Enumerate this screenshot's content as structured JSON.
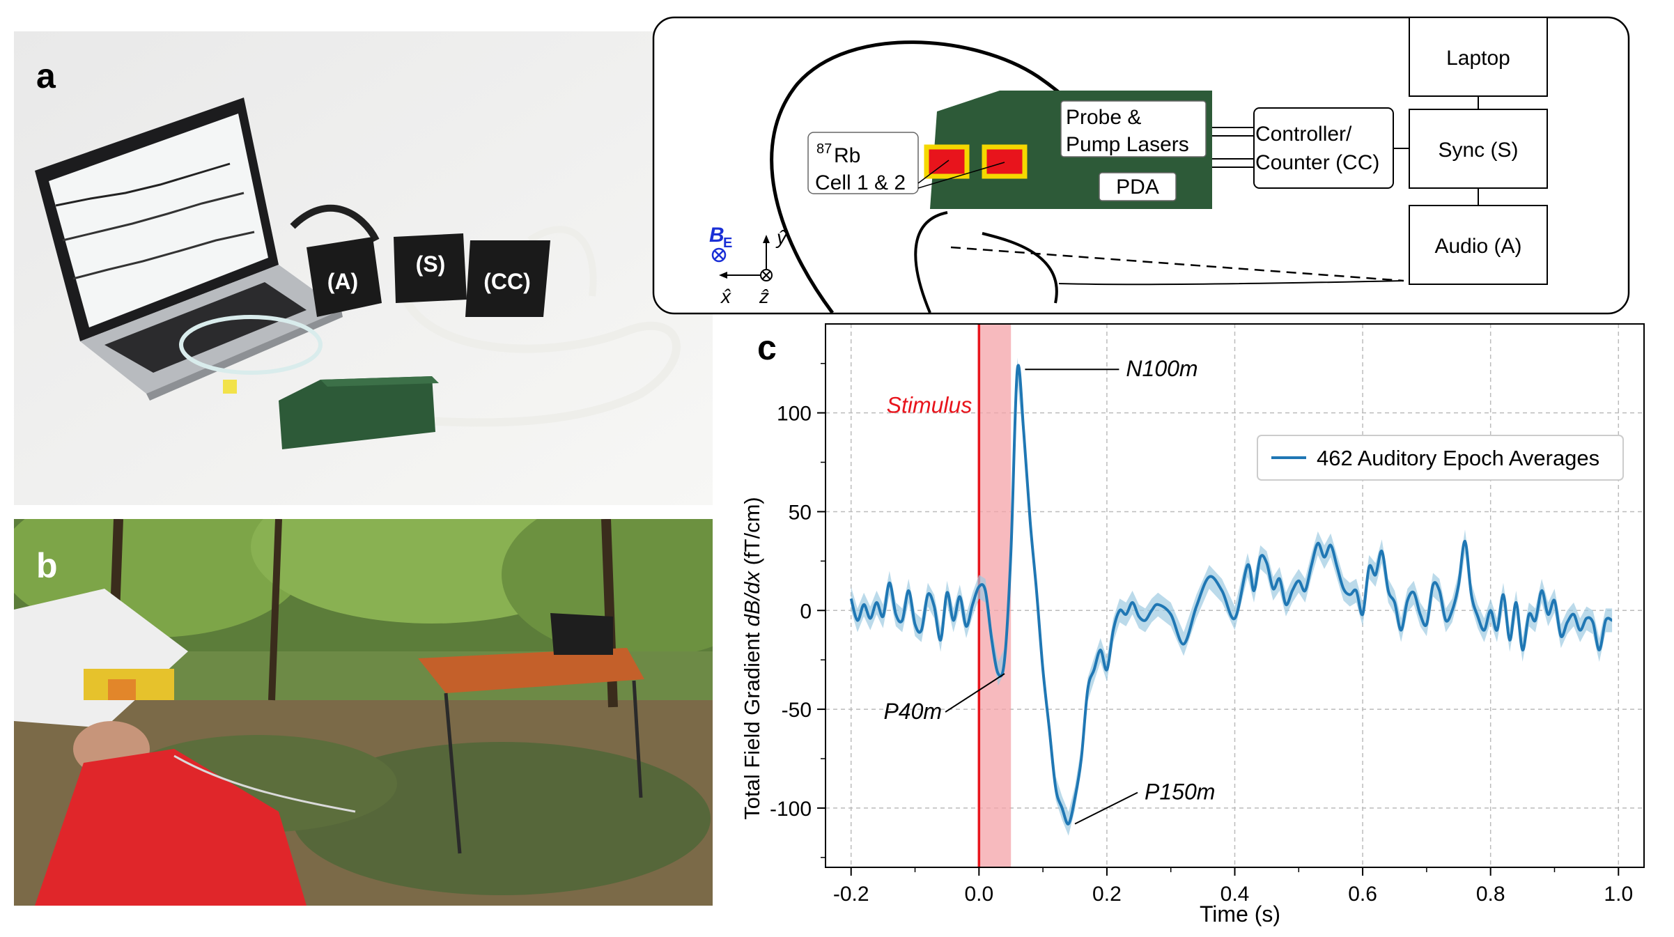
{
  "panels": {
    "a": {
      "letter": "a"
    },
    "b": {
      "letter": "b"
    },
    "c": {
      "letter": "c"
    }
  },
  "photo_a": {
    "box_labels": [
      "(A)",
      "(S)",
      "(CC)"
    ]
  },
  "schematic": {
    "laptop": "Laptop",
    "sync": "Sync (S)",
    "audio": "Audio (A)",
    "controller_line1": "Controller/",
    "controller_line2": "Counter (CC)",
    "probe_line1": "Probe &",
    "probe_line2": "Pump Lasers",
    "pda": "PDA",
    "rb_superscript": "87",
    "rb_line1": "Rb",
    "rb_line2": "Cell 1 & 2",
    "field_label": "B",
    "field_subscript": "E",
    "axis_y": "ŷ",
    "axis_x": "x̂",
    "axis_z": "ẑ",
    "colors": {
      "sensor_head": "#2d5a38",
      "cell_fill": "#e8141c",
      "cell_border": "#f5d800",
      "field": "#1a2fd6"
    }
  },
  "chart_data": {
    "type": "line",
    "xlabel": "Time (s)",
    "ylabel_prefix": "Total Field Gradient ",
    "ylabel_italic": "dB/dx",
    "ylabel_suffix": " (fT/cm)",
    "xlim": [
      -0.24,
      1.04
    ],
    "ylim": [
      -130,
      145
    ],
    "xticks": [
      -0.2,
      0.0,
      0.2,
      0.4,
      0.6,
      0.8,
      1.0
    ],
    "xtick_labels": [
      "-0.2",
      "0.0",
      "0.2",
      "0.4",
      "0.6",
      "0.8",
      "1.0"
    ],
    "yticks": [
      -100,
      -50,
      0,
      50,
      100
    ],
    "ytick_labels": [
      "-100",
      "-50",
      "0",
      "50",
      "100"
    ],
    "grid": true,
    "legend": {
      "position": "upper-right",
      "entries": [
        "462 Auditory Epoch Averages"
      ]
    },
    "stimulus": {
      "label": "Stimulus",
      "x": 0.0,
      "span": [
        0.0,
        0.05
      ],
      "color": "#e8141c"
    },
    "annotations": [
      {
        "text": "N100m",
        "x": 0.072,
        "y": 122
      },
      {
        "text": "P40m",
        "x": 0.04,
        "y": -32
      },
      {
        "text": "P150m",
        "x": 0.15,
        "y": -108
      }
    ],
    "series": [
      {
        "name": "462 Auditory Epoch Averages",
        "color": "#1f77b4",
        "band_color": "#9ecae1",
        "x": [
          -0.2,
          -0.19,
          -0.18,
          -0.17,
          -0.16,
          -0.15,
          -0.14,
          -0.13,
          -0.12,
          -0.11,
          -0.1,
          -0.09,
          -0.08,
          -0.07,
          -0.06,
          -0.05,
          -0.04,
          -0.03,
          -0.02,
          -0.01,
          0.0,
          0.01,
          0.02,
          0.03,
          0.04,
          0.05,
          0.06,
          0.07,
          0.08,
          0.09,
          0.1,
          0.11,
          0.12,
          0.13,
          0.14,
          0.15,
          0.16,
          0.17,
          0.18,
          0.19,
          0.2,
          0.21,
          0.22,
          0.23,
          0.24,
          0.25,
          0.26,
          0.27,
          0.28,
          0.3,
          0.32,
          0.34,
          0.36,
          0.38,
          0.4,
          0.42,
          0.43,
          0.44,
          0.45,
          0.46,
          0.47,
          0.48,
          0.49,
          0.5,
          0.51,
          0.52,
          0.53,
          0.54,
          0.55,
          0.56,
          0.57,
          0.58,
          0.59,
          0.6,
          0.61,
          0.62,
          0.63,
          0.64,
          0.65,
          0.66,
          0.67,
          0.68,
          0.69,
          0.7,
          0.71,
          0.72,
          0.73,
          0.74,
          0.75,
          0.76,
          0.77,
          0.78,
          0.79,
          0.8,
          0.81,
          0.82,
          0.83,
          0.84,
          0.85,
          0.86,
          0.87,
          0.88,
          0.89,
          0.9,
          0.91,
          0.92,
          0.93,
          0.94,
          0.95,
          0.96,
          0.97,
          0.98,
          0.99
        ],
        "y": [
          6,
          -5,
          3,
          -4,
          4,
          -3,
          14,
          -2,
          -5,
          10,
          -7,
          -10,
          8,
          2,
          -15,
          9,
          -5,
          7,
          -8,
          3,
          12,
          10,
          -15,
          -32,
          -25,
          30,
          122,
          90,
          45,
          10,
          -30,
          -60,
          -90,
          -100,
          -108,
          -95,
          -75,
          -40,
          -30,
          -20,
          -30,
          -10,
          0,
          -2,
          4,
          -3,
          -5,
          0,
          3,
          -2,
          -17,
          2,
          17,
          10,
          -4,
          23,
          10,
          27,
          24,
          11,
          16,
          3,
          10,
          15,
          10,
          23,
          34,
          27,
          33,
          22,
          11,
          8,
          10,
          -2,
          22,
          18,
          30,
          10,
          4,
          -10,
          5,
          9,
          -2,
          -7,
          13,
          10,
          -5,
          0,
          13,
          35,
          8,
          -3,
          -10,
          0,
          -10,
          8,
          -15,
          4,
          -20,
          -2,
          -5,
          10,
          -2,
          5,
          -13,
          -6,
          -2,
          -10,
          -4,
          -6,
          -20,
          -5,
          -5
        ]
      }
    ]
  }
}
